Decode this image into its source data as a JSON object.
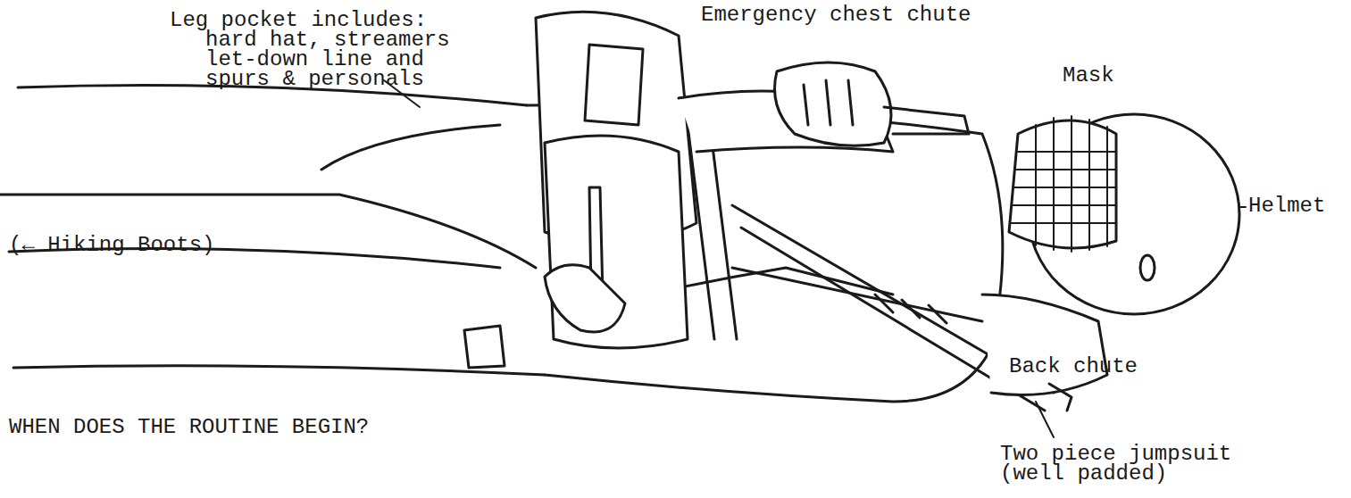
{
  "diagram": {
    "labels": [
      "Leg pocket includes: hard hat, streamers let-down line and spurs & personals",
      "Emergency chest chute",
      "Mask",
      "Helmet",
      "(← Hiking Boots)",
      "Back chute",
      "WHEN DOES THE ROUTINE BEGIN?",
      "Two piece jumpsuit (well padded)"
    ]
  }
}
